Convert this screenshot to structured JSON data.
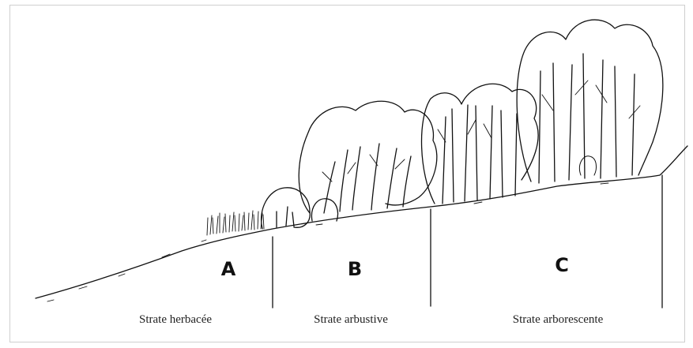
{
  "zones": [
    {
      "letter": "A",
      "label": "Strate herbacée"
    },
    {
      "letter": "B",
      "label": "Strate arbustive"
    },
    {
      "letter": "C",
      "label": "Strate arborescente"
    }
  ],
  "colors": {
    "ink": "#111111",
    "frame": "#cfcfcf"
  }
}
